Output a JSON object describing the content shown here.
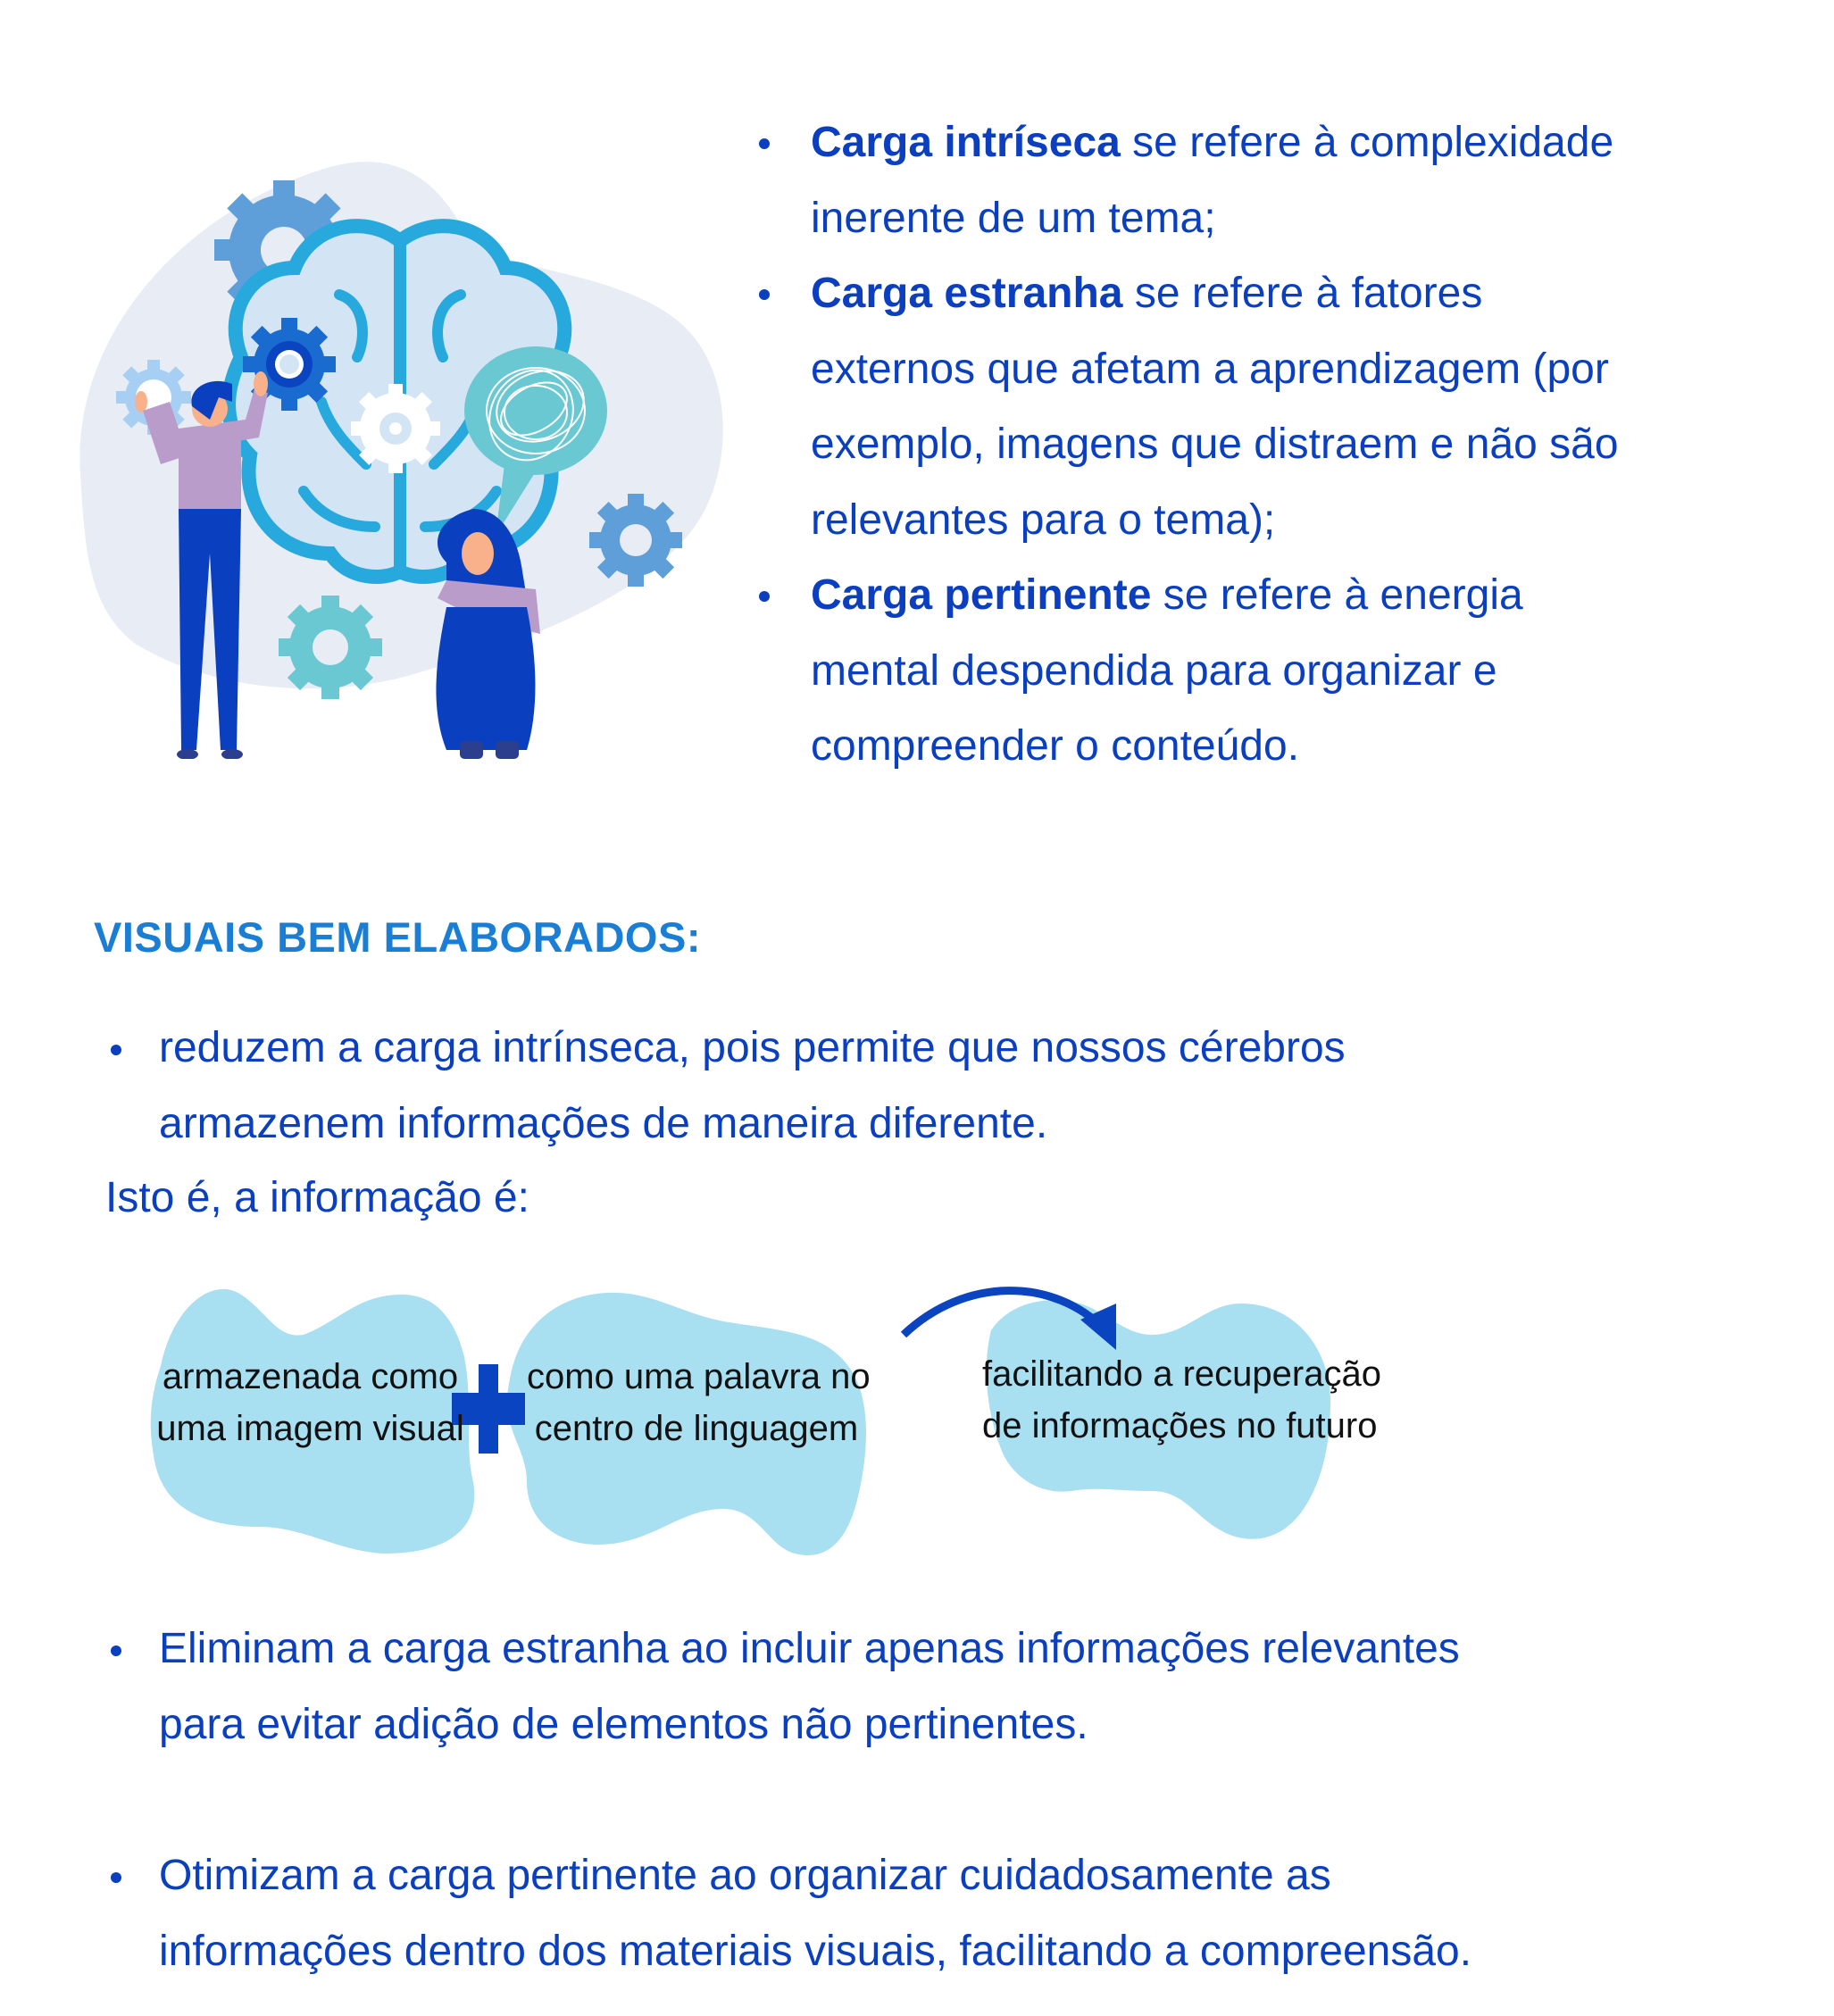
{
  "illustration": {
    "description": "Two people working with gears around a large brain, woman sitting with a tangled-thought speech bubble",
    "colors": {
      "backdrop": "#e8ecf5",
      "brain_fill": "#d3e5f4",
      "brain_stroke": "#27a9de",
      "gear_blue": "#5f9fd9",
      "gear_teal": "#69c8d1",
      "gear_light": "#a6cff3",
      "gear_dark": "#0b44c0",
      "shirt": "#b99cca",
      "pants": "#0a40bf",
      "skin": "#f8b18a"
    }
  },
  "top_bullets": [
    {
      "bold": "Carga intríseca",
      "lines": [
        " se refere à complexidade",
        "inerente de um tema;"
      ]
    },
    {
      "bold": "Carga estranha",
      "lines": [
        " se refere à fatores",
        "externos que afetam a aprendizagem (por",
        "exemplo, imagens que distraem e não são",
        "relevantes para o tema);"
      ]
    },
    {
      "bold": "Carga pertinente",
      "lines": [
        " se refere à energia",
        "mental despendida para organizar e",
        "compreender o conteúdo."
      ]
    }
  ],
  "section": {
    "heading": "VISUAIS BEM ELABORADOS:",
    "bullet1": [
      "reduzem a carga intrínseca, pois permite que nossos cérebros",
      "armazenem informações de maneira diferente."
    ],
    "intro": "Isto é, a informação é:",
    "diagram": {
      "blobs": [
        {
          "lines": [
            "armazenada como",
            "uma imagem visual"
          ]
        },
        {
          "lines": [
            "como uma palavra no",
            "centro de linguagem"
          ]
        },
        {
          "lines": [
            "facilitando a recuperação",
            "de informações no futuro"
          ]
        }
      ],
      "connector_plus": "+",
      "connector_arrow": "arrow-right",
      "blob_color": "#a8dff1",
      "accent_color": "#0b44c0"
    },
    "bullet2": [
      "Eliminam a carga estranha ao incluir apenas informações relevantes",
      "para evitar adição de elementos não pertinentes."
    ],
    "bullet3": [
      "Otimizam a carga pertinente ao organizar cuidadosamente as",
      "informações dentro dos materiais visuais, facilitando a compreensão."
    ]
  },
  "colors": {
    "text": "#0a3fbf",
    "heading": "#1a7fd4",
    "blob_text": "#111111"
  }
}
